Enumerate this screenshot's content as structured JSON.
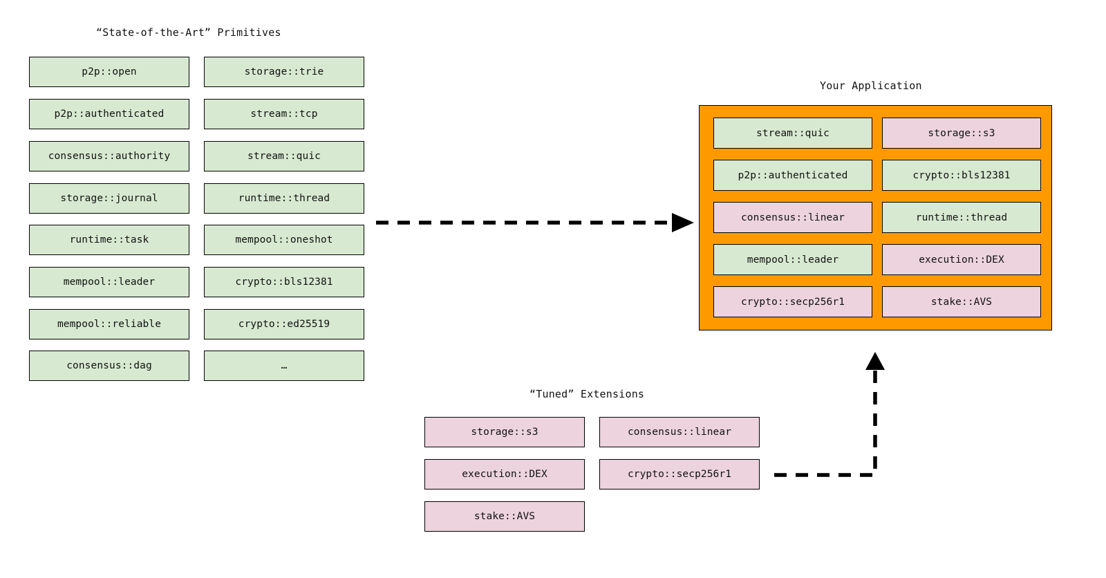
{
  "diagram": {
    "background_color": "#ffffff",
    "palette": {
      "primitive_fill": "#d7e9d1",
      "extension_fill": "#ecd3de",
      "application_fill": "#ff9900",
      "border": "#000000",
      "arrow": "#000000"
    }
  },
  "primitives": {
    "title": "“State-of-the-Art” Primitives",
    "column_a": [
      "p2p::open",
      "p2p::authenticated",
      "consensus::authority",
      "storage::journal",
      "runtime::task",
      "mempool::leader",
      "mempool::reliable",
      "consensus::dag"
    ],
    "column_b": [
      "storage::trie",
      "stream::tcp",
      "stream::quic",
      "runtime::thread",
      "mempool::oneshot",
      "crypto::bls12381",
      "crypto::ed25519",
      "…"
    ]
  },
  "application": {
    "title": "Your Application",
    "column_a": [
      {
        "label": "stream::quic",
        "kind": "primitive"
      },
      {
        "label": "p2p::authenticated",
        "kind": "primitive"
      },
      {
        "label": "consensus::linear",
        "kind": "extension"
      },
      {
        "label": "mempool::leader",
        "kind": "primitive"
      },
      {
        "label": "crypto::secp256r1",
        "kind": "extension"
      }
    ],
    "column_b": [
      {
        "label": "storage::s3",
        "kind": "extension"
      },
      {
        "label": "crypto::bls12381",
        "kind": "primitive"
      },
      {
        "label": "runtime::thread",
        "kind": "primitive"
      },
      {
        "label": "execution::DEX",
        "kind": "extension"
      },
      {
        "label": "stake::AVS",
        "kind": "extension"
      }
    ]
  },
  "extensions": {
    "title": "“Tuned” Extensions",
    "column_a": [
      "storage::s3",
      "execution::DEX",
      "stake::AVS"
    ],
    "column_b": [
      "consensus::linear",
      "crypto::secp256r1"
    ]
  },
  "arrows": [
    {
      "name": "primitives-to-application",
      "style": "dashed",
      "direction": "right"
    },
    {
      "name": "extensions-to-application",
      "style": "dashed",
      "direction": "right-then-up"
    }
  ]
}
